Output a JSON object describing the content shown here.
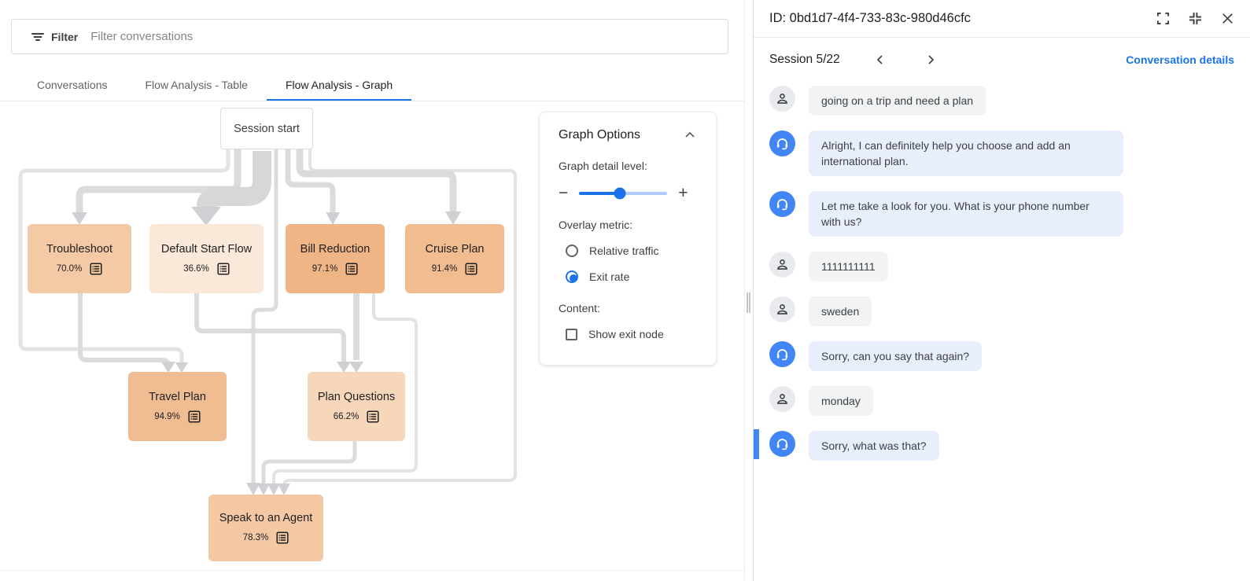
{
  "colors": {
    "accent_blue": "#1a73e8",
    "agent_avatar_blue": "#4285f4",
    "edge_gray": "#d9dadc",
    "tab_active_underline": "#1a73e8"
  },
  "filter_bar": {
    "label": "Filter",
    "placeholder": "Filter conversations"
  },
  "tabs": [
    {
      "label": "Conversations",
      "active": false
    },
    {
      "label": "Flow Analysis - Table",
      "active": false
    },
    {
      "label": "Flow Analysis - Graph",
      "active": true
    }
  ],
  "graph": {
    "start_node": {
      "label": "Session start"
    },
    "overlay_metric_shown": "Exit rate",
    "nodes": [
      {
        "label": "Troubleshoot",
        "exit_rate": "70.0%",
        "fill": "#f4caa6"
      },
      {
        "label": "Default Start Flow",
        "exit_rate": "36.6%",
        "fill": "#fae8d8"
      },
      {
        "label": "Bill Reduction",
        "exit_rate": "97.1%",
        "fill": "#efb584"
      },
      {
        "label": "Cruise Plan",
        "exit_rate": "91.4%",
        "fill": "#f1bc90"
      },
      {
        "label": "Travel Plan",
        "exit_rate": "94.9%",
        "fill": "#f0bc92"
      },
      {
        "label": "Plan Questions",
        "exit_rate": "66.2%",
        "fill": "#f7d7ba"
      },
      {
        "label": "Speak to an Agent",
        "exit_rate": "78.3%",
        "fill": "#f3c8a3"
      }
    ]
  },
  "graph_options": {
    "title": "Graph Options",
    "detail_label": "Graph detail level:",
    "minus_glyph": "−",
    "plus_glyph": "+",
    "slider_value_pct": 46,
    "overlay_label": "Overlay metric:",
    "radios": [
      {
        "label": "Relative traffic",
        "selected": false
      },
      {
        "label": "Exit rate",
        "selected": true
      }
    ],
    "content_label": "Content:",
    "checkbox": {
      "label": "Show exit node",
      "checked": false
    }
  },
  "detail_panel": {
    "id_title": "ID: 0bd1d7-4f4-733-83c-980d46cfc",
    "session_label": "Session 5/22",
    "details_link": "Conversation details",
    "messages": [
      {
        "role": "user",
        "text": "going on a trip and need a plan",
        "highlighted": false
      },
      {
        "role": "agent",
        "text": "Alright, I can definitely help you choose and add an international plan.",
        "highlighted": false
      },
      {
        "role": "agent",
        "text": "Let me take a look for you. What is your phone number with us?",
        "highlighted": false
      },
      {
        "role": "user",
        "text": "1111111111",
        "highlighted": false
      },
      {
        "role": "user",
        "text": "sweden",
        "highlighted": false
      },
      {
        "role": "agent",
        "text": "Sorry, can you say that again?",
        "highlighted": false
      },
      {
        "role": "user",
        "text": "monday",
        "highlighted": false
      },
      {
        "role": "agent",
        "text": "Sorry, what was that?",
        "highlighted": true
      }
    ]
  }
}
